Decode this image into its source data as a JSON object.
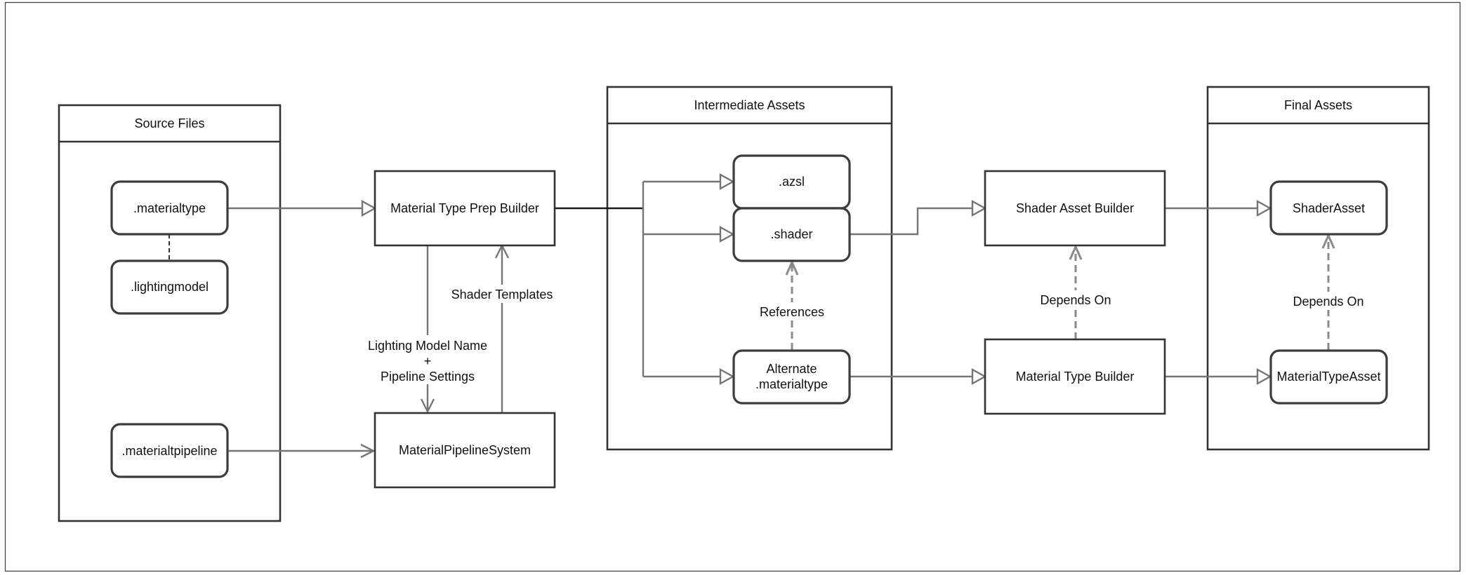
{
  "containers": {
    "source_files": "Source Files",
    "intermediate_assets": "Intermediate Assets",
    "final_assets": "Final Assets"
  },
  "files": {
    "materialtype": ".materialtype",
    "lightingmodel": ".lightingmodel",
    "materialtpipeline": ".materialtpipeline",
    "azsl": ".azsl",
    "shader": ".shader",
    "alternate_line1": "Alternate",
    "alternate_line2": ".materialtype",
    "shader_asset": "ShaderAsset",
    "material_type_asset": "MaterialTypeAsset"
  },
  "processes": {
    "material_type_prep_builder": "Material Type Prep Builder",
    "material_pipeline_system": "MaterialPipelineSystem",
    "shader_asset_builder": "Shader Asset Builder",
    "material_type_builder": "Material Type Builder"
  },
  "edge_labels": {
    "shader_templates": "Shader Templates",
    "lighting_model_line1": "Lighting Model Name",
    "lighting_model_line2": "+",
    "lighting_model_line3": "Pipeline Settings",
    "references": "References",
    "depends_on_builder": "Depends On",
    "depends_on_asset": "Depends On"
  },
  "colors": {
    "outline": "#333333",
    "connector": "#757575",
    "dashed_connector": "#8a8a8a",
    "background": "#ffffff"
  }
}
